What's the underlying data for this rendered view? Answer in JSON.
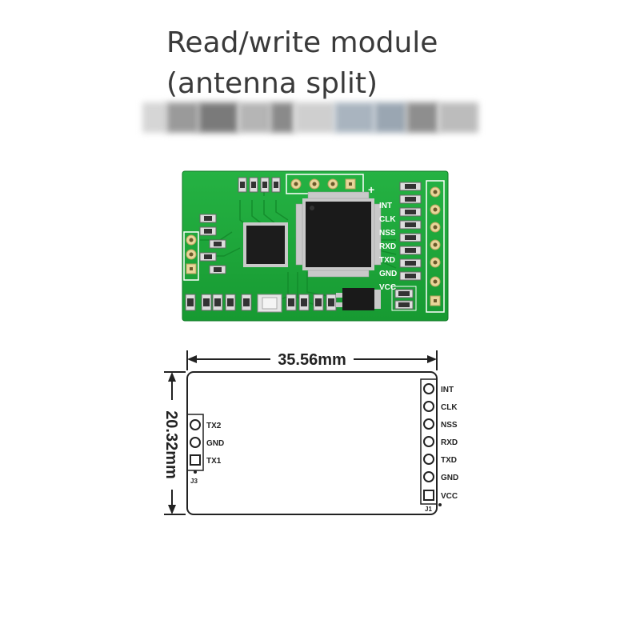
{
  "title": {
    "line1": "Read/write module",
    "line2": "(antenna split)"
  },
  "board": {
    "pin_labels": [
      "INT",
      "CLK",
      "NSS",
      "RXD",
      "TXD",
      "GND",
      "VCC"
    ],
    "plus_mark": "+"
  },
  "drawing": {
    "width_dim": "35.56mm",
    "height_dim": "20.32mm",
    "right_header": [
      "INT",
      "CLK",
      "NSS",
      "RXD",
      "TXD",
      "GND",
      "VCC"
    ],
    "right_header_ref": "J1",
    "left_header": [
      "TX2",
      "GND",
      "TX1"
    ],
    "left_header_ref": "J3"
  },
  "colors": {
    "pcb": "#1fa63a",
    "pcb_dark": "#168a2e",
    "chip": "#1a1a1a",
    "pad": "#e8d59a",
    "silk": "#ffffff",
    "line": "#222222",
    "title_text": "#3a3a3a"
  }
}
